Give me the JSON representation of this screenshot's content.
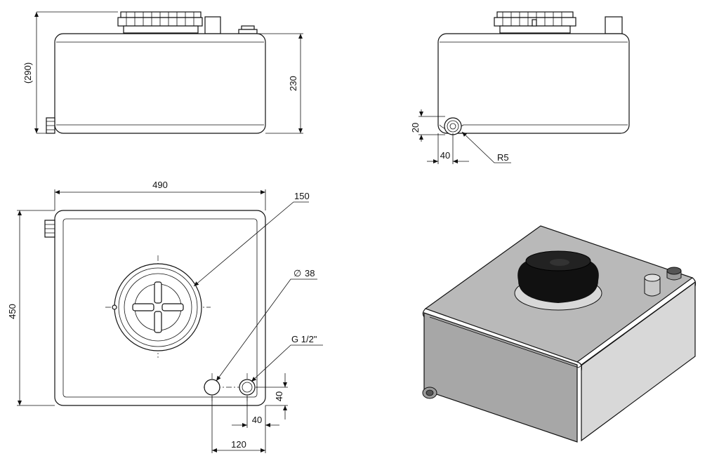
{
  "dimensions": {
    "height_total": "(290)",
    "height_body": "230",
    "outlet_height": "20",
    "outlet_offset": "40",
    "radius": "R5",
    "width": "490",
    "cap_diameter": "150",
    "hole_diameter_symbol": "∅",
    "hole_diameter": "38",
    "thread": "G 1/2\"",
    "depth": "450",
    "hole_y_offset": "40",
    "hole_spacing": "40",
    "hole_x_offset": "120"
  },
  "colors": {
    "line": "#111111",
    "background": "#ffffff",
    "tank_top": "#b9b9b9",
    "tank_front": "#a7a7a7",
    "tank_side": "#d8d8d8",
    "cap": "#111111"
  }
}
